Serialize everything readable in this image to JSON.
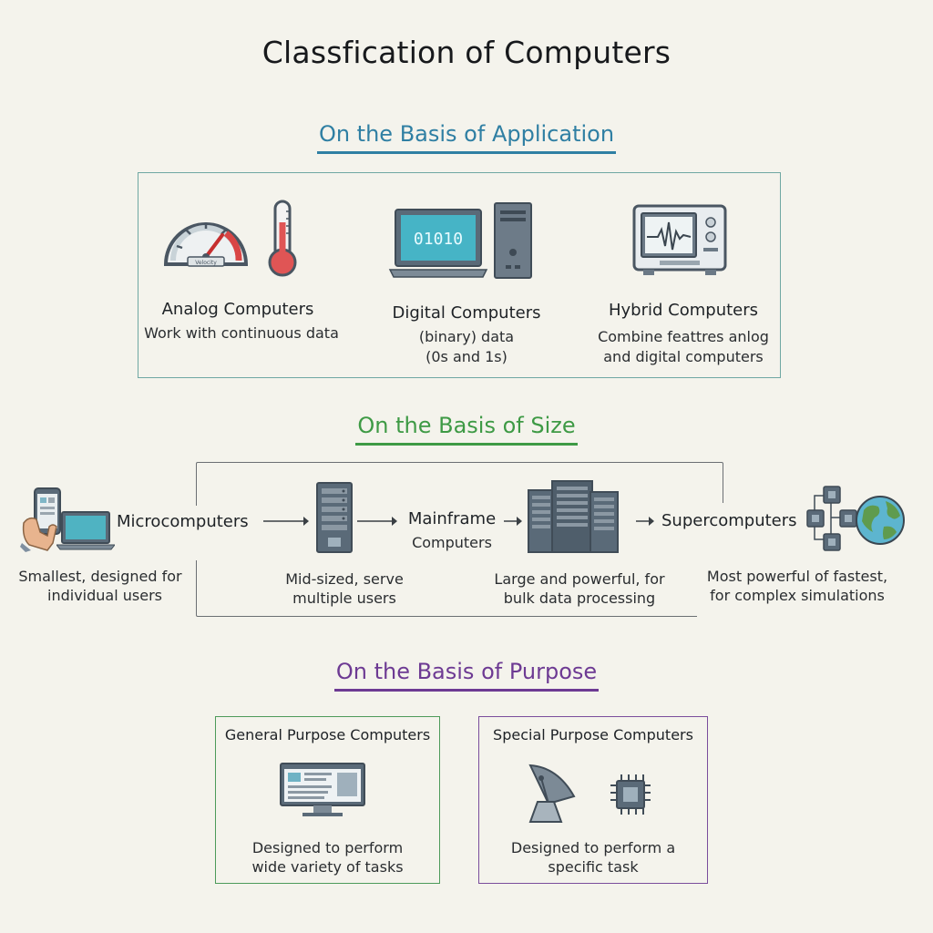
{
  "title": "Classfication of Computers",
  "sections": {
    "application": {
      "heading": "On the Basis of Application",
      "items": [
        {
          "label": "Analog Computers",
          "desc": [
            "Work with continuous data"
          ],
          "gauge_text": "Velocity"
        },
        {
          "label": "Digital Computers",
          "desc": [
            "(binary) data",
            "(0s and 1s)"
          ],
          "screen_text": "01010"
        },
        {
          "label": "Hybrid Computers",
          "desc": [
            "Combine feattres anlog",
            "and digital computers"
          ]
        }
      ]
    },
    "size": {
      "heading": "On the Basis of Size",
      "items": [
        {
          "label": [
            "Microcomputers"
          ],
          "desc": [
            "Smallest, designed for",
            "individual users"
          ]
        },
        {
          "label": [],
          "desc": [
            "Mid-sized, serve",
            "multiple users"
          ]
        },
        {
          "label": [
            "Mainframe",
            "Computers"
          ],
          "desc": [
            "Large and powerful, for",
            "bulk data processing"
          ]
        },
        {
          "label": [
            "Supercomputers"
          ],
          "desc": [
            "Most powerful of fastest,",
            "for complex simulations"
          ]
        }
      ]
    },
    "purpose": {
      "heading": "On the Basis of Purpose",
      "items": [
        {
          "label": "General Purpose Computers",
          "desc": [
            "Designed to perform",
            "wide variety of tasks"
          ]
        },
        {
          "label": "Special Purpose Computers",
          "desc": [
            "Designed to perform a",
            "specific task"
          ]
        }
      ]
    }
  },
  "colors": {
    "application": "#2f7fa3",
    "size": "#3e9a45",
    "purpose": "#6d3a93",
    "icon_body": "#596977",
    "screen": "#3aa6b9",
    "gauge_red": "#d94545"
  },
  "icons": [
    "gauge-icon",
    "thermometer-icon",
    "monitor-icon",
    "tower-icon",
    "oscilloscope-icon",
    "phone-in-hand-icon",
    "laptop-icon",
    "server-rack-icon",
    "mainframe-cluster-icon",
    "chip-network-icon",
    "globe-icon",
    "desktop-monitor-icon",
    "satellite-dish-icon",
    "microchip-icon"
  ]
}
